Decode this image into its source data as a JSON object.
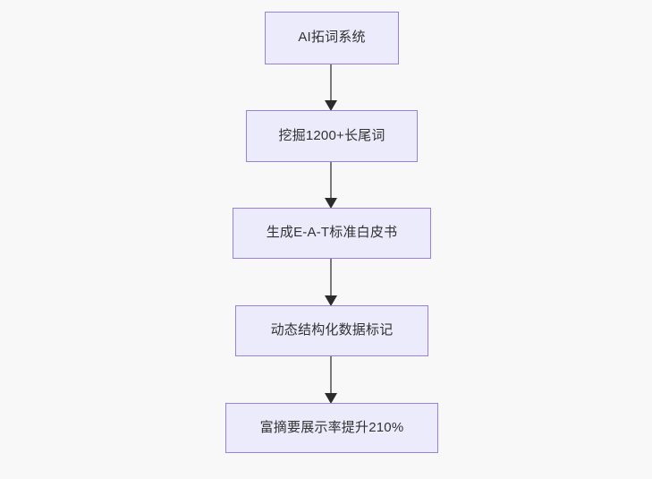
{
  "diagram": {
    "type": "flowchart",
    "direction": "top-to-bottom",
    "background_color": "#f8f8f8",
    "node_fill_color": "#ecebfc",
    "node_border_color": "#9a7fdc",
    "node_text_color": "#313131",
    "edge_color": "#7a7a7a",
    "arrowhead_color": "#2b2b2b",
    "nodes": [
      {
        "id": "node-0",
        "label": "AI拓词系统"
      },
      {
        "id": "node-1",
        "label": "挖掘1200+长尾词"
      },
      {
        "id": "node-2",
        "label": "生成E-A-T标准白皮书"
      },
      {
        "id": "node-3",
        "label": "动态结构化数据标记"
      },
      {
        "id": "node-4",
        "label": "富摘要展示率提升210%"
      }
    ],
    "edges": [
      {
        "id": "edge-0",
        "from": "node-0",
        "to": "node-1",
        "label": ""
      },
      {
        "id": "edge-1",
        "from": "node-1",
        "to": "node-2",
        "label": ""
      },
      {
        "id": "edge-2",
        "from": "node-2",
        "to": "node-3",
        "label": ""
      },
      {
        "id": "edge-3",
        "from": "node-3",
        "to": "node-4",
        "label": ""
      }
    ]
  }
}
